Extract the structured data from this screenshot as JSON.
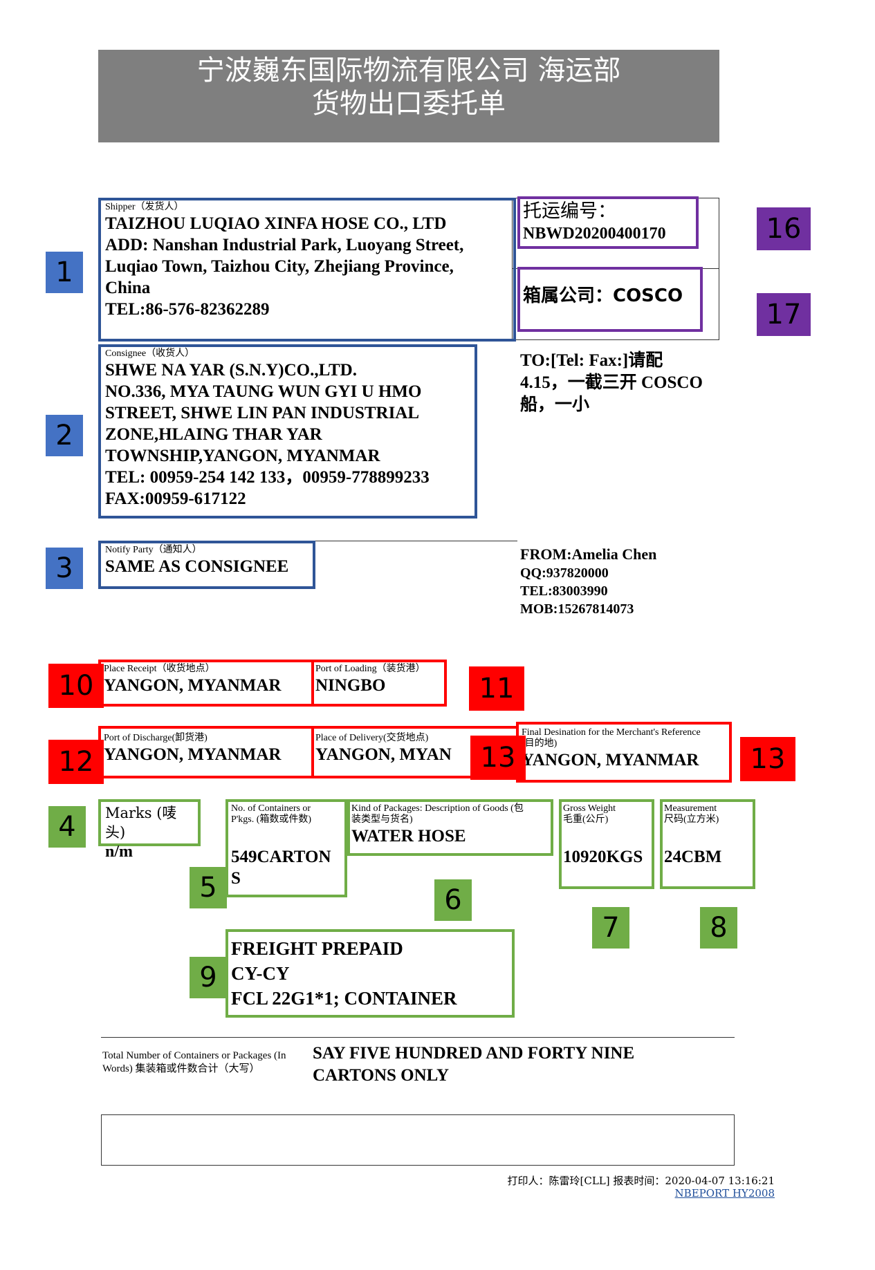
{
  "header": {
    "line1": "宁波巍东国际物流有限公司 海运部",
    "line2": "货物出口委托单"
  },
  "shipper": {
    "label": "Shipper（发货人）",
    "lines": [
      "TAIZHOU LUQIAO XINFA HOSE CO., LTD",
      "ADD: Nanshan Industrial Park, Luoyang Street,",
      "Luqiao Town, Taizhou City, Zhejiang Province,",
      "China",
      "TEL:86-576-82362289"
    ]
  },
  "booking": {
    "label": "托运编号：",
    "number": "NBWD20200400170"
  },
  "container_company": {
    "text": "箱属公司：COSCO"
  },
  "consignee": {
    "label": "Consignee（收货人）",
    "lines": [
      "SHWE NA YAR (S.N.Y)CO.,LTD.",
      "NO.336, MYA TAUNG WUN GYI U HMO",
      "STREET, SHWE LIN PAN INDUSTRIAL",
      "ZONE,HLAING THAR YAR",
      "TOWNSHIP,YANGON, MYANMAR",
      "TEL: 00959-254 142 133，00959-778899233",
      "FAX:00959-617122"
    ]
  },
  "to_note": {
    "lines": [
      "TO:[Tel: Fax:]请配",
      "4.15，一截三开 COSCO",
      "船，一小"
    ]
  },
  "notify": {
    "label": "Notify Party（通知人）",
    "value": "SAME AS CONSIGNEE"
  },
  "from": {
    "lines": [
      "FROM:Amelia Chen",
      "QQ:937820000",
      "TEL:83003990",
      "MOB:15267814073"
    ]
  },
  "place_receipt": {
    "label": "Place Receipt（收货地点）",
    "value": "YANGON, MYANMAR"
  },
  "port_loading": {
    "label": "Port of Loading（装货港）",
    "value": "NINGBO"
  },
  "port_discharge": {
    "label": "Port of Discharge(卸货港)",
    "value": "YANGON, MYANMAR"
  },
  "place_delivery": {
    "label": "Place of Delivery(交货地点)",
    "value": "YANGON, MYAN"
  },
  "final_dest": {
    "label1": "Final Desination for the Merchant's Reference",
    "label2": "(目的地)",
    "value": "YANGON, MYANMAR"
  },
  "marks": {
    "label": "Marks (唛头)",
    "value": "n/m"
  },
  "containers": {
    "label1": "No. of Containers or",
    "label2": "P'kgs. (箱数或件数)",
    "value1": "549CARTON",
    "value2": "S"
  },
  "packages": {
    "label1": "Kind of Packages: Description of Goods (包",
    "label2": "装类型与货名)",
    "value": "WATER HOSE"
  },
  "gross_weight": {
    "label1": "Gross Weight",
    "label2": "毛重(公斤)",
    "value": "10920KGS"
  },
  "measurement": {
    "label1": "Measurement",
    "label2": "尺码(立方米)",
    "value": "24CBM"
  },
  "freight": {
    "lines": [
      "FREIGHT PREPAID",
      "CY-CY",
      "FCL 22G1*1; CONTAINER"
    ]
  },
  "total": {
    "label1": "Total Number of Containers or Packages (In",
    "label2": "Words) 集装箱或件数合计（大写）",
    "line1": "SAY FIVE HUNDRED AND FORTY NINE",
    "line2": "CARTONS ONLY"
  },
  "footer": {
    "printed": "打印人：陈雷玲[CLL] 报表时间：2020-04-07 13:16:21",
    "link": "NBEPORT HY2008"
  },
  "tags": {
    "t1": "1",
    "t2": "2",
    "t3": "3",
    "t4": "4",
    "t5": "5",
    "t6": "6",
    "t7": "7",
    "t8": "8",
    "t9": "9",
    "t10": "10",
    "t11": "11",
    "t12": "12",
    "t13a": "13",
    "t13b": "13",
    "t16": "16",
    "t17": "17"
  },
  "colors": {
    "blue": "#2f5597",
    "purple": "#7030a0",
    "red": "#ff0000",
    "green": "#70ad47",
    "header_gray": "#7f7f7f"
  }
}
